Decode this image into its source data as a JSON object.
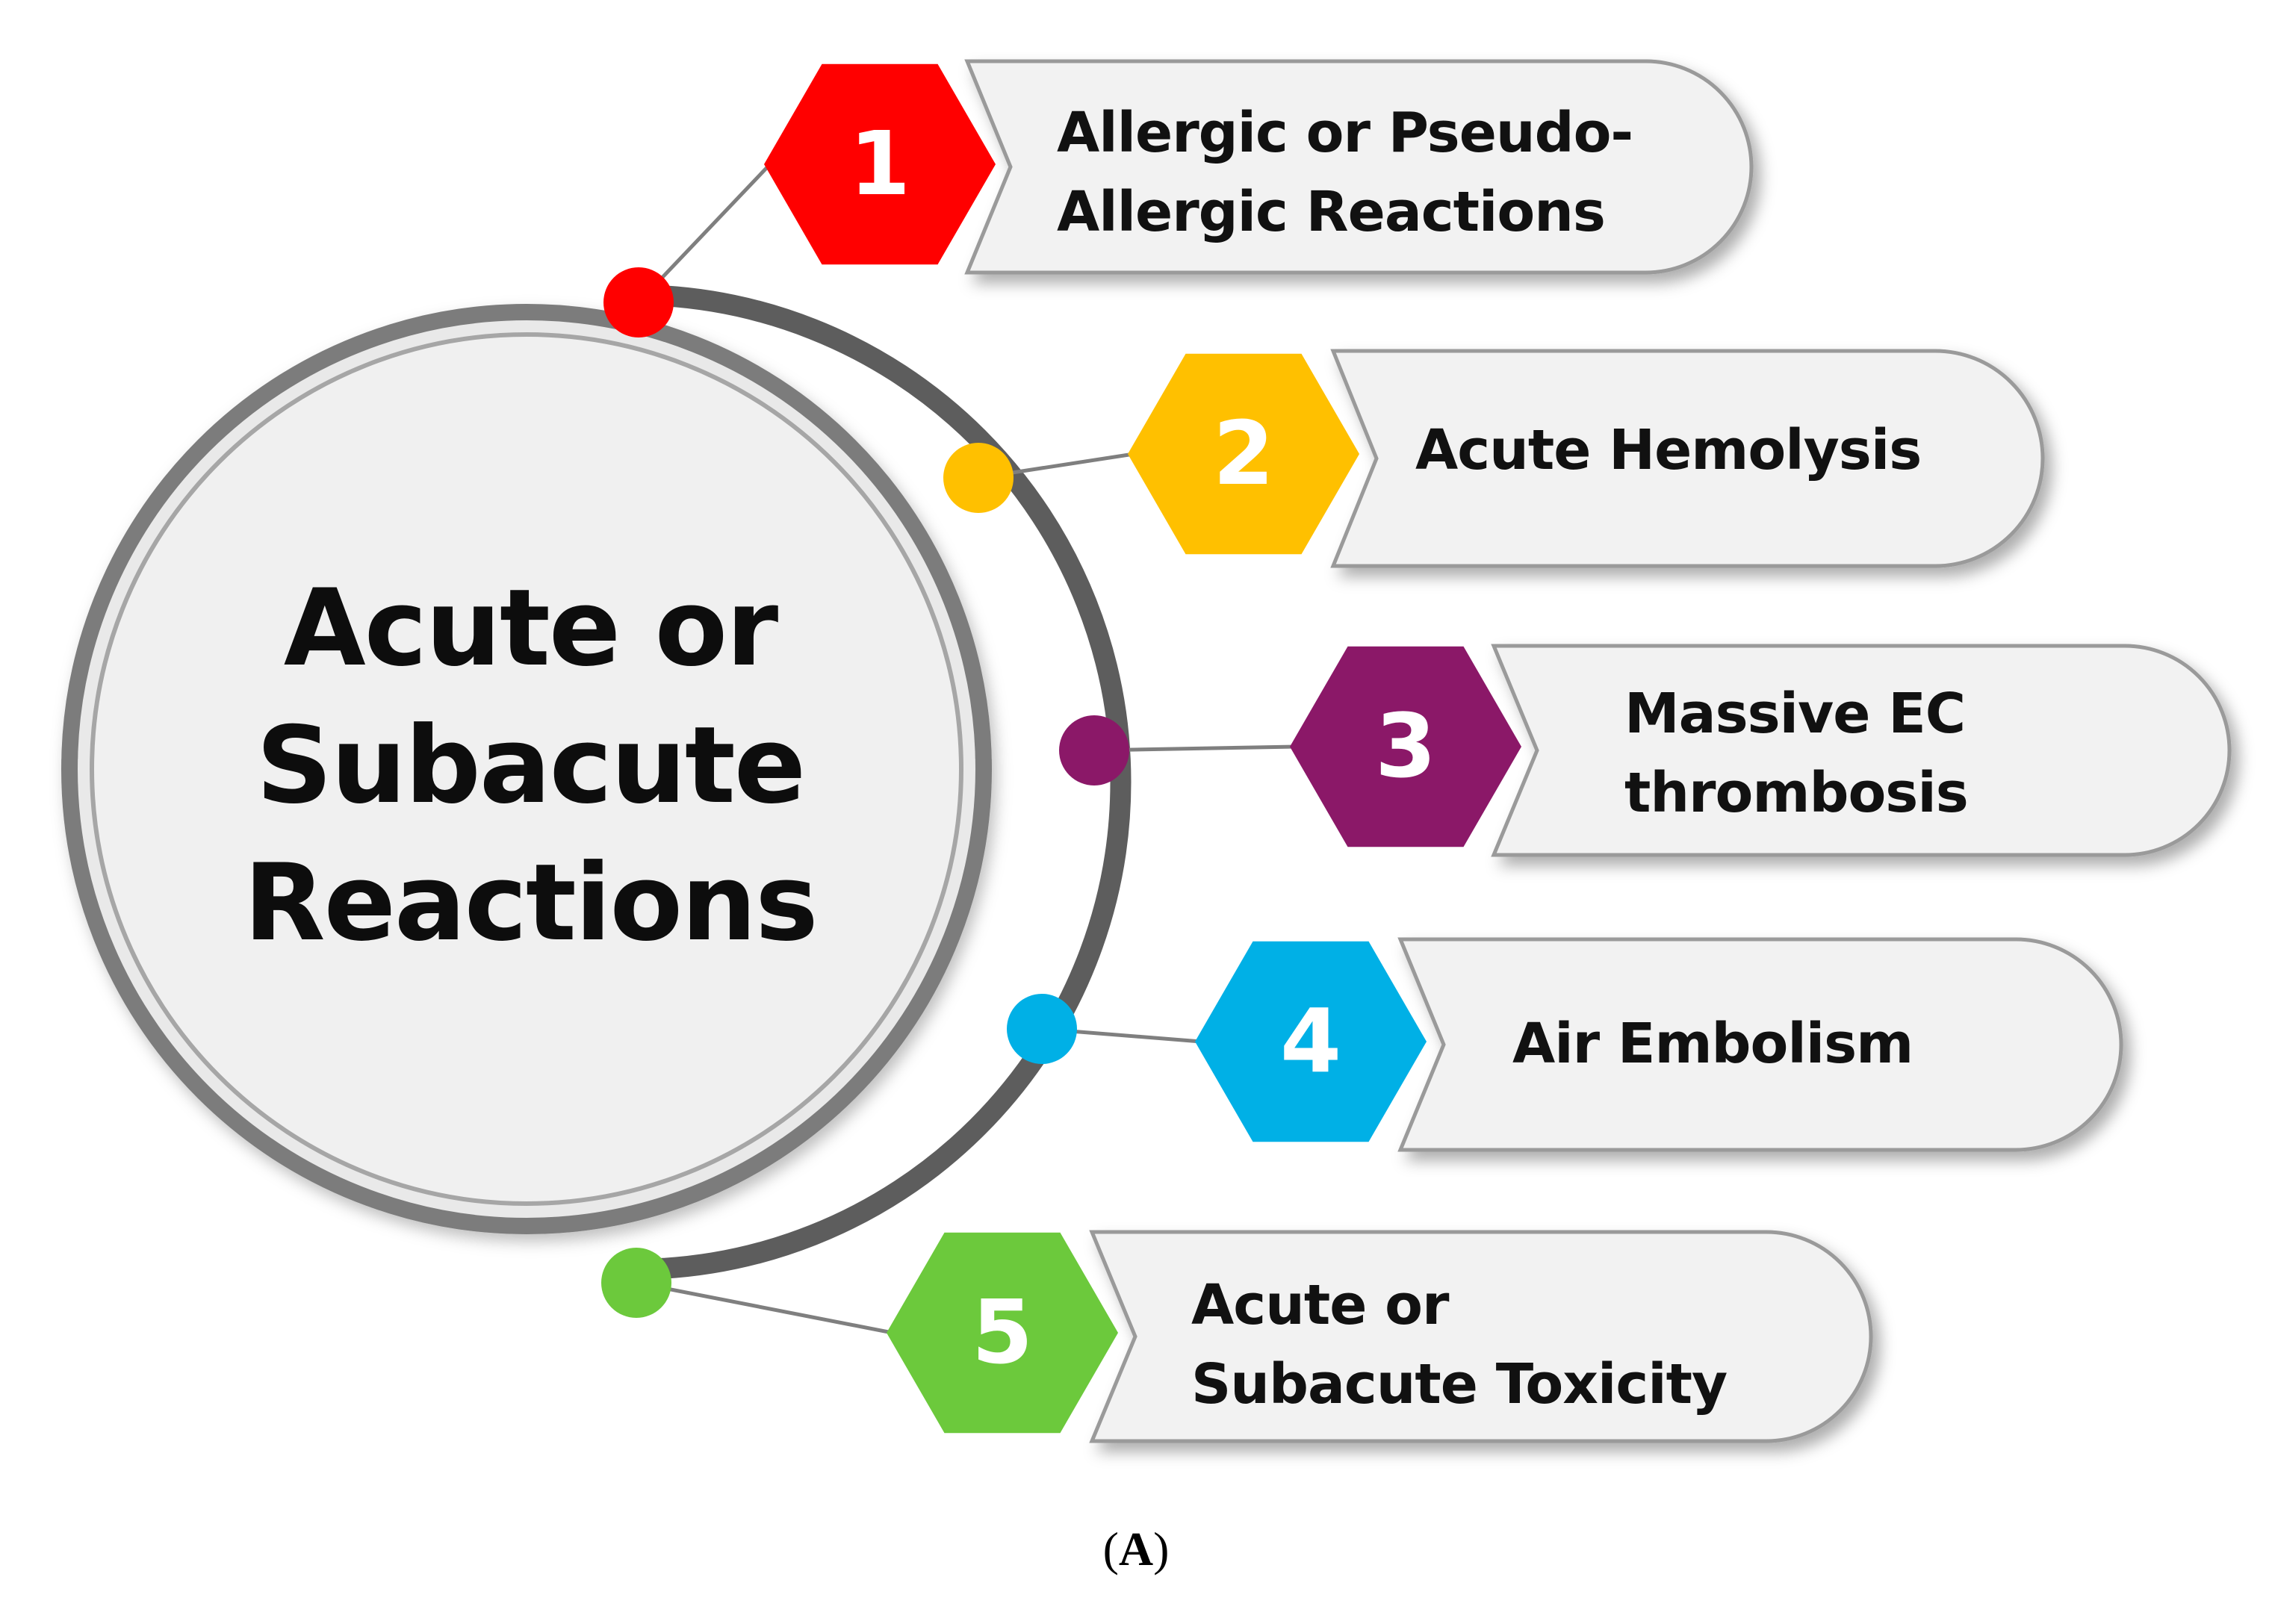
{
  "diagram": {
    "center_title_lines": [
      "Acute or",
      "Subacute",
      "Reactions"
    ],
    "items": [
      {
        "number": "1",
        "lines": [
          "Allergic or Pseudo-",
          "Allergic Reactions"
        ],
        "color": "#ff0000"
      },
      {
        "number": "2",
        "lines": [
          "Acute Hemolysis"
        ],
        "color": "#ffc000"
      },
      {
        "number": "3",
        "lines": [
          "Massive EC",
          "thrombosis"
        ],
        "color": "#8b1868"
      },
      {
        "number": "4",
        "lines": [
          "Air Embolism"
        ],
        "color": "#00b0e6"
      },
      {
        "number": "5",
        "lines": [
          "Acute or",
          "Subacute Toxicity"
        ],
        "color": "#6cc93c"
      }
    ],
    "caption": {
      "open": "(",
      "letter": "A",
      "close": ")"
    }
  }
}
